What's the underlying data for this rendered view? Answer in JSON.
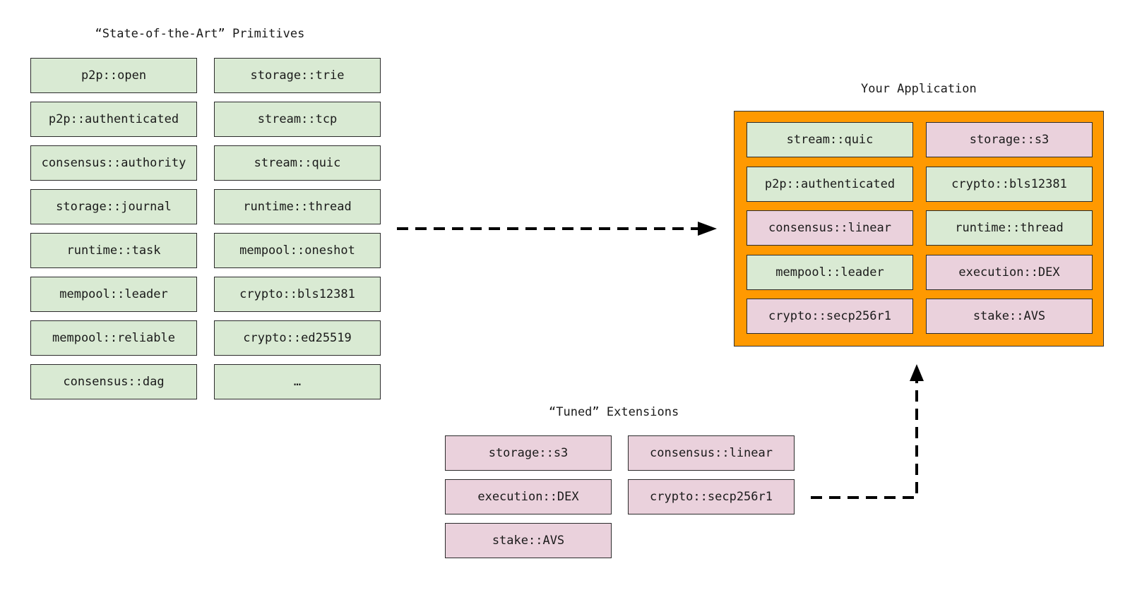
{
  "primitives": {
    "title": "“State-of-the-Art” Primitives",
    "items": [
      "p2p::open",
      "storage::trie",
      "p2p::authenticated",
      "stream::tcp",
      "consensus::authority",
      "stream::quic",
      "storage::journal",
      "runtime::thread",
      "runtime::task",
      "mempool::oneshot",
      "mempool::leader",
      "crypto::bls12381",
      "mempool::reliable",
      "crypto::ed25519",
      "consensus::dag",
      "…"
    ]
  },
  "application": {
    "title": "Your Application",
    "frame_color": "#ff9900",
    "items": [
      {
        "label": "stream::quic",
        "kind": "primitive"
      },
      {
        "label": "storage::s3",
        "kind": "extension"
      },
      {
        "label": "p2p::authenticated",
        "kind": "primitive"
      },
      {
        "label": "crypto::bls12381",
        "kind": "primitive"
      },
      {
        "label": "consensus::linear",
        "kind": "extension"
      },
      {
        "label": "runtime::thread",
        "kind": "primitive"
      },
      {
        "label": "mempool::leader",
        "kind": "primitive"
      },
      {
        "label": "execution::DEX",
        "kind": "extension"
      },
      {
        "label": "crypto::secp256r1",
        "kind": "extension"
      },
      {
        "label": "stake::AVS",
        "kind": "extension"
      }
    ]
  },
  "extensions": {
    "title": "“Tuned” Extensions",
    "items": [
      "storage::s3",
      "consensus::linear",
      "execution::DEX",
      "crypto::secp256r1",
      "stake::AVS"
    ]
  },
  "colors": {
    "primitive_fill": "#d9ead3",
    "extension_fill": "#ead1dc"
  }
}
